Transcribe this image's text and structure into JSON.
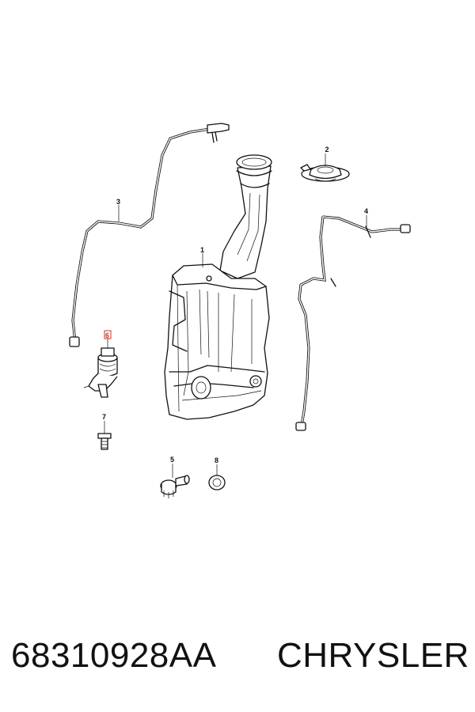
{
  "diagram": {
    "callouts": [
      {
        "id": "1",
        "label": "1"
      },
      {
        "id": "2",
        "label": "2"
      },
      {
        "id": "3",
        "label": "3"
      },
      {
        "id": "4",
        "label": "4"
      },
      {
        "id": "5",
        "label": "5"
      },
      {
        "id": "6",
        "label": "6",
        "highlight_color": "#c0392b"
      },
      {
        "id": "7",
        "label": "7"
      },
      {
        "id": "8",
        "label": "8"
      }
    ]
  },
  "footer": {
    "part_number": "68310928AA",
    "brand": "CHRYSLER"
  }
}
